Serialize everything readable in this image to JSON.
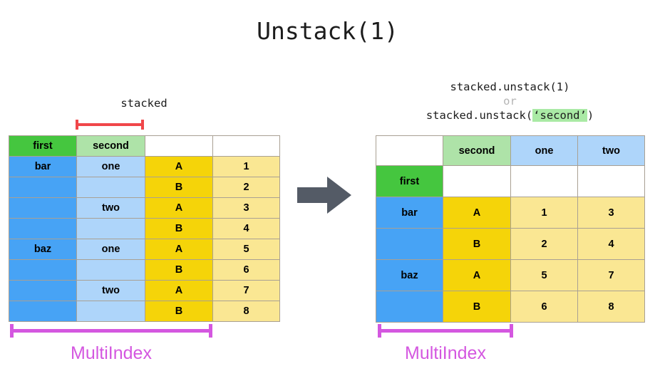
{
  "title": "Unstack(1)",
  "left": {
    "caption": "stacked",
    "multiindex_label": "MultiIndex",
    "header": [
      "first",
      "second",
      "",
      ""
    ],
    "rows": [
      [
        "bar",
        "one",
        "A",
        "1"
      ],
      [
        "",
        "",
        "B",
        "2"
      ],
      [
        "",
        "two",
        "A",
        "3"
      ],
      [
        "",
        "",
        "B",
        "4"
      ],
      [
        "baz",
        "one",
        "A",
        "5"
      ],
      [
        "",
        "",
        "B",
        "6"
      ],
      [
        "",
        "two",
        "A",
        "7"
      ],
      [
        "",
        "",
        "B",
        "8"
      ]
    ]
  },
  "right": {
    "caption_line1": "stacked.unstack(1)",
    "caption_or": "or",
    "caption_line3_pre": "stacked.unstack(",
    "caption_line3_hl": "‘second’",
    "caption_line3_post": ")",
    "multiindex_label": "MultiIndex",
    "header_row1": [
      "",
      "second",
      "one",
      "two"
    ],
    "header_row2": [
      "first",
      "",
      "",
      ""
    ],
    "rows": [
      [
        "bar",
        "A",
        "1",
        "3"
      ],
      [
        "",
        "B",
        "2",
        "4"
      ],
      [
        "baz",
        "A",
        "5",
        "7"
      ],
      [
        "",
        "B",
        "6",
        "8"
      ]
    ]
  },
  "arrow": {
    "name": "right-arrow",
    "color": "#545b66"
  },
  "colors": {
    "green": "#45c63f",
    "light_green": "#aee3a8",
    "blue": "#47a3f5",
    "light_blue": "#aed5fa",
    "gold": "#f5d409",
    "light_yellow": "#fae793",
    "red_bracket": "#f0474a",
    "magenta": "#d457e0",
    "arrow": "#545b66",
    "highlight_green": "#aaeaa5"
  }
}
